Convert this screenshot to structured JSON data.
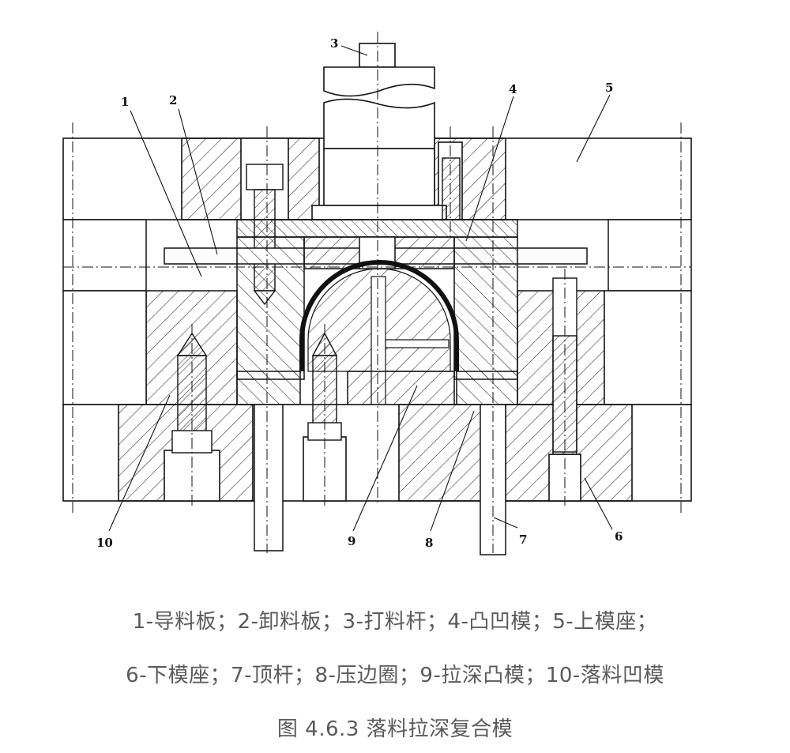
{
  "callouts": [
    "1",
    "2",
    "3",
    "4",
    "5",
    "6",
    "7",
    "8",
    "9",
    "10"
  ],
  "legend": {
    "line1": "1-导料板；2-卸料板；3-打料杆；4-凸凹模；5-上模座；",
    "line2": "6-下模座；7-顶杆；8-压边圈；9-拉深凸模；10-落料凹模"
  },
  "figure_title": "图 4.6.3 落料拉深复合模"
}
